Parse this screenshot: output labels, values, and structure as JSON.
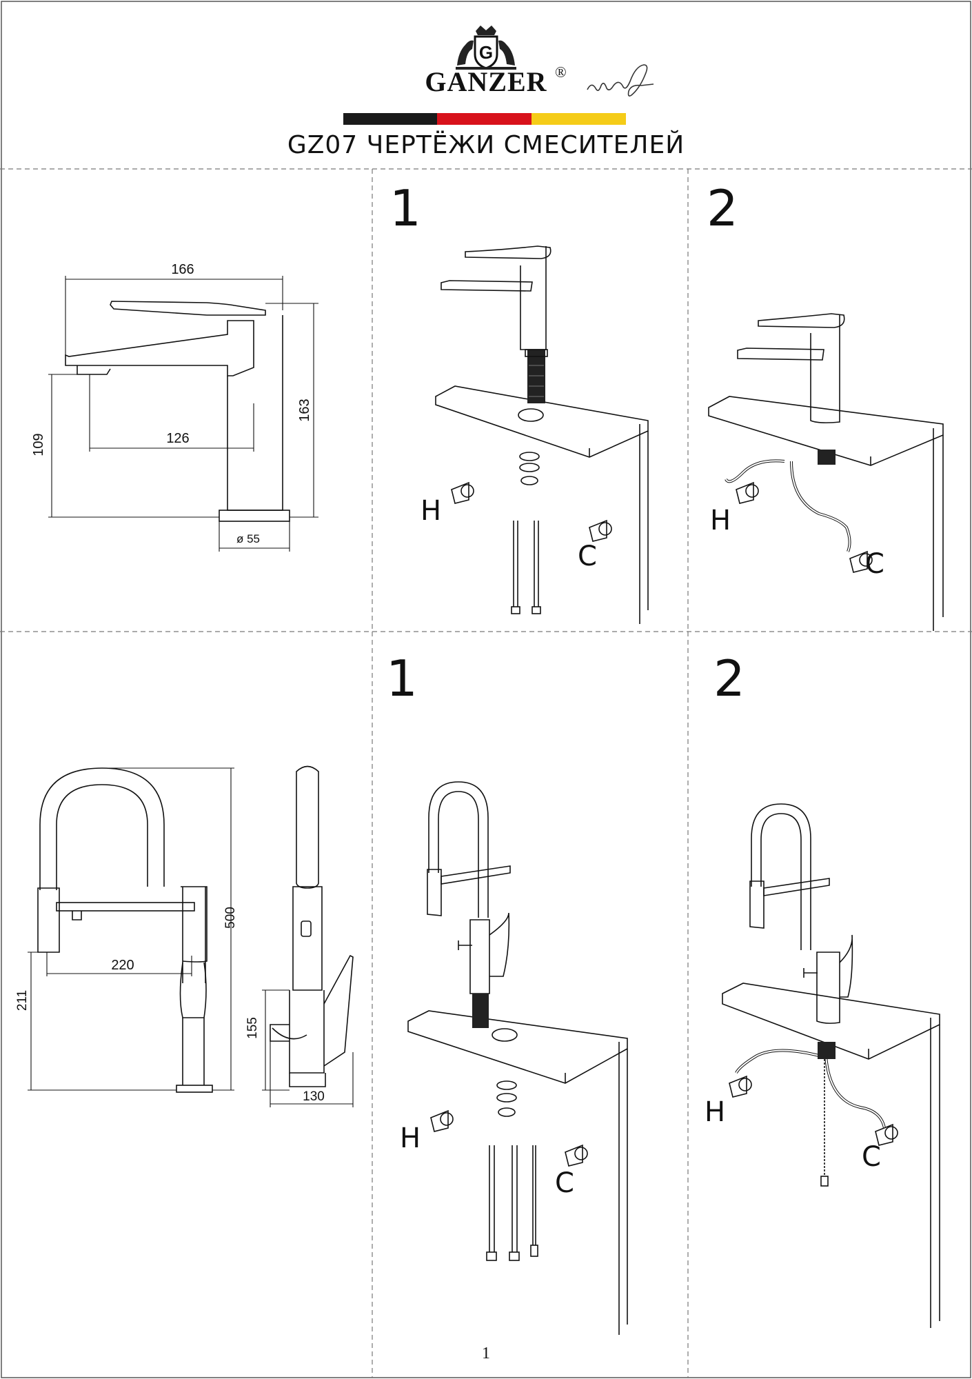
{
  "header": {
    "brand": "GANZER",
    "registered_mark": "®",
    "title": "GZ07 ЧЕРТЁЖИ СМЕСИТЕЛЕЙ",
    "flag_colors": [
      "#1a1a1a",
      "#d8121b",
      "#f5cc18"
    ]
  },
  "basin_mixer": {
    "dimensions": {
      "overall_length": "166",
      "total_height": "163",
      "spout_height": "109",
      "spout_reach": "126",
      "base_diameter": "ø 55"
    },
    "step1": {
      "number": "1",
      "hot_label": "H",
      "cold_label": "C"
    },
    "step2": {
      "number": "2",
      "hot_label": "H",
      "cold_label": "C"
    }
  },
  "kitchen_mixer": {
    "dimensions": {
      "total_height": "500",
      "reach": "220",
      "spout_height": "211",
      "body_height": "155",
      "depth": "130"
    },
    "step1": {
      "number": "1",
      "hot_label": "H",
      "cold_label": "C"
    },
    "step2": {
      "number": "2",
      "hot_label": "H",
      "cold_label": "C"
    }
  },
  "footer": {
    "page_number": "1"
  }
}
